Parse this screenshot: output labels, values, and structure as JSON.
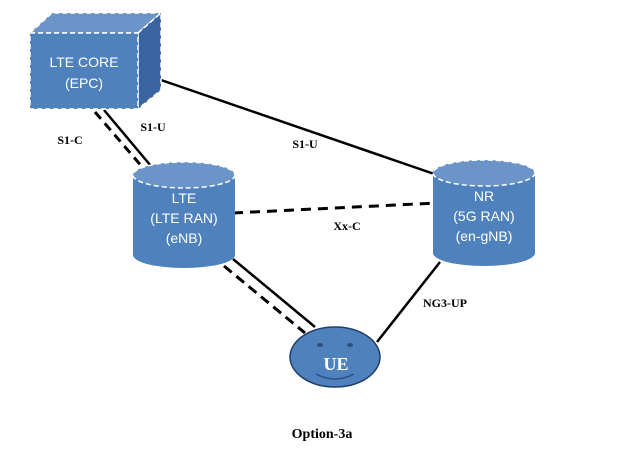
{
  "colors": {
    "node_fill": "#4f81bd",
    "node_side": "#3a64a0",
    "node_top": "#6b95c9",
    "outline": "#ffffff",
    "line": "#000000"
  },
  "nodes": {
    "core": {
      "line1": "LTE CORE",
      "line2": "(EPC)"
    },
    "enb": {
      "line1": "LTE",
      "line2": "(LTE RAN)",
      "line3": "(eNB)"
    },
    "gnb": {
      "line1": "NR",
      "line2": "(5G RAN)",
      "line3": "(en-gNB)"
    },
    "ue": {
      "label": "UE"
    }
  },
  "links": {
    "s1c": "S1-C",
    "s1u_core_enb": "S1-U",
    "s1u_core_gnb": "S1-U",
    "xxc": "Xx-C",
    "ng3up": "NG3-UP"
  },
  "caption": "Option-3a"
}
